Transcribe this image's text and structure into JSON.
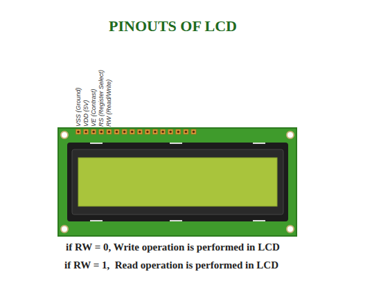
{
  "diagram": {
    "title": "PINOUTS OF LCD",
    "labels": [
      "VSS (Ground)",
      "VDD (5V)",
      "VE (Contrast)",
      "RS (Register Select)",
      "RW (Read/Write)",
      "if RW = 0, Write operation is performed in LCD",
      "if RW = 1,  Read operation is performed in LCD"
    ]
  }
}
